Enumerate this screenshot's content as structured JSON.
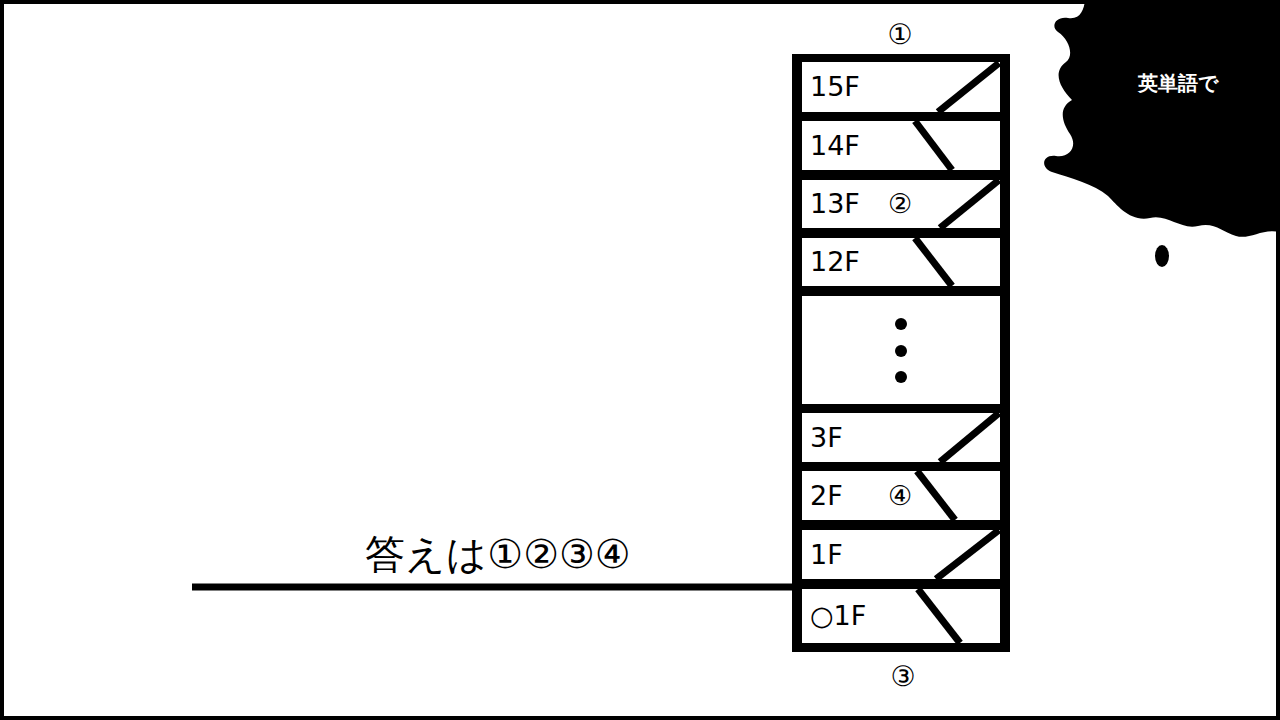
{
  "diagram": {
    "nodes": [
      {
        "text": [
          "15F"
        ]
      },
      {
        "text": [
          "14F"
        ]
      },
      {
        "text": [
          "13F",
          "②"
        ]
      },
      {
        "text": [
          "12F"
        ]
      },
      {
        "text": [
          "3F"
        ]
      },
      {
        "text": [
          "2F",
          "④"
        ]
      },
      {
        "text": [
          "1F"
        ]
      },
      {
        "text": [
          "○1F"
        ]
      },
      {
        "text": [
          "英単語で"
        ]
      }
    ],
    "labels": [
      "①",
      "③",
      "答えは①②③④"
    ]
  }
}
